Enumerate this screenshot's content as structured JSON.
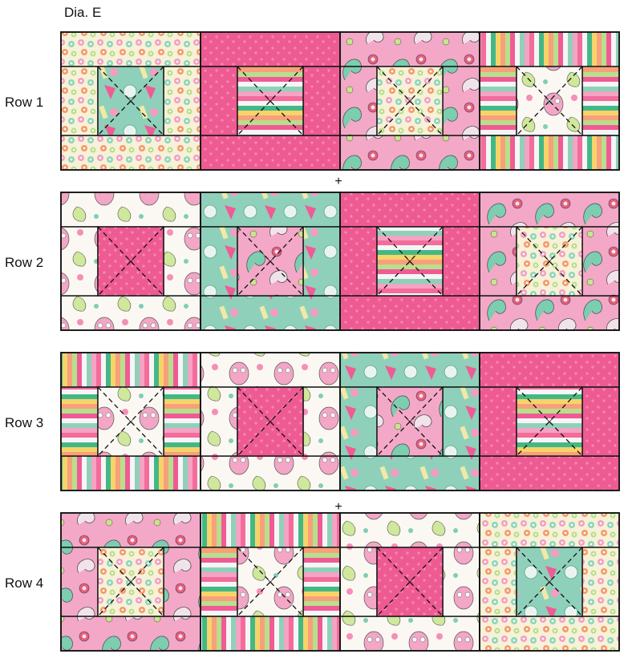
{
  "title": "Dia. E",
  "rows": [
    {
      "label": "Row 1"
    },
    {
      "label": "Row 2"
    },
    {
      "label": "Row 3"
    },
    {
      "label": "Row 4"
    }
  ],
  "plus_sign": "+",
  "fabrics": {
    "daisy": {
      "bg": "#f6f1d8",
      "dots": [
        "#f4a0c2",
        "#f47aa6",
        "#8fd6b8",
        "#f7d36b",
        "#b9e08a",
        "#f59a6a"
      ]
    },
    "hotpink": {
      "bg": "#ee5b92",
      "dots": [
        "#f58ab2"
      ]
    },
    "paisley": {
      "bg": "#f3a8c7",
      "dots": [
        "#7dcdb0",
        "#f0e4ea",
        "#e95a8c",
        "#f7f0bf",
        "#c9e58d"
      ]
    },
    "mint": {
      "bg": "#8fd0bb",
      "dots": [
        "#e9f4f0",
        "#f05b95",
        "#f3e9a6",
        "#f79bc0"
      ]
    },
    "owl": {
      "bg": "#fbf8f3",
      "dots": [
        "#f3a6c5",
        "#cfe89b",
        "#f58fb6",
        "#e7e7e7",
        "#7fcfb3"
      ]
    },
    "stripe": {
      "colors": [
        "#f36c9c",
        "#f5f5f5",
        "#43b887",
        "#f7d36b",
        "#f8a07a",
        "#b7df8e",
        "#f05b95",
        "#f5f5f5",
        "#8fd0bb",
        "#f4a3c3"
      ]
    }
  },
  "blocks": [
    [
      {
        "center": "mint",
        "frame": "daisy"
      },
      {
        "center": "stripe",
        "frame": "hotpink"
      },
      {
        "center": "daisy",
        "frame": "paisley"
      },
      {
        "center": "owl",
        "frame": "stripe"
      }
    ],
    [
      {
        "center": "hotpink",
        "frame": "owl"
      },
      {
        "center": "paisley",
        "frame": "mint"
      },
      {
        "center": "stripe",
        "frame": "hotpink"
      },
      {
        "center": "daisy",
        "frame": "paisley"
      }
    ],
    [
      {
        "center": "owl",
        "frame": "stripe"
      },
      {
        "center": "hotpink",
        "frame": "owl"
      },
      {
        "center": "paisley",
        "frame": "mint"
      },
      {
        "center": "stripe",
        "frame": "hotpink"
      }
    ],
    [
      {
        "center": "daisy",
        "frame": "paisley"
      },
      {
        "center": "owl",
        "frame": "stripe"
      },
      {
        "center": "hotpink",
        "frame": "owl"
      },
      {
        "center": "mint",
        "frame": "daisy"
      }
    ]
  ]
}
